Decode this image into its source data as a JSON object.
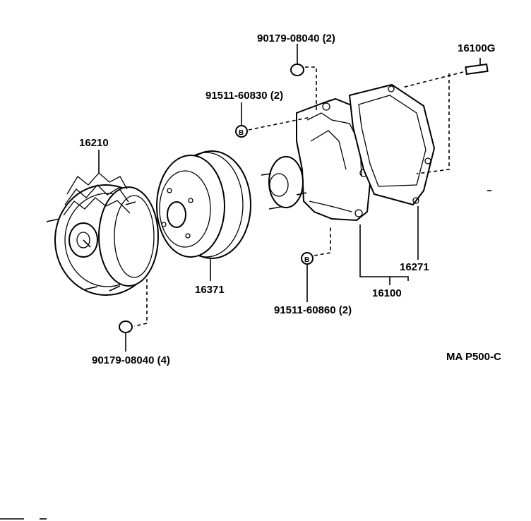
{
  "diagram": {
    "labels": {
      "bolt_top": "90179-08040 (2)",
      "stud": "16100G",
      "bolt_b_top": "91511-60830 (2)",
      "fan_clutch": "16210",
      "pulley": "16371",
      "gasket": "16271",
      "water_pump": "16100",
      "bolt_b_bottom": "91511-60860 (2)",
      "nut_bottom": "90179-08040 (4)",
      "diagram_code": "MA  P500-C",
      "marker_b_top": "B",
      "marker_b_bottom": "B"
    }
  }
}
